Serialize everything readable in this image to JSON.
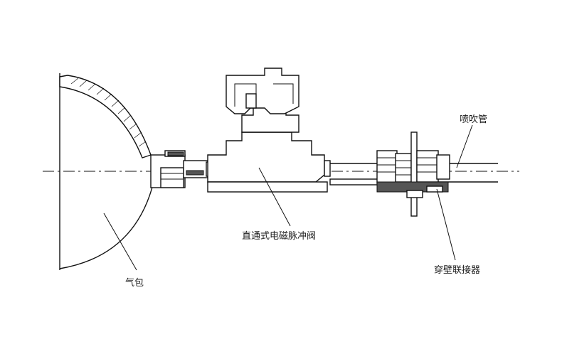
{
  "labels": {
    "air_bag": "气包",
    "solenoid_valve": "直通式电磁脉冲阀",
    "blow_pipe": "喷吹管",
    "wall_connector": "穿壁联接器"
  }
}
